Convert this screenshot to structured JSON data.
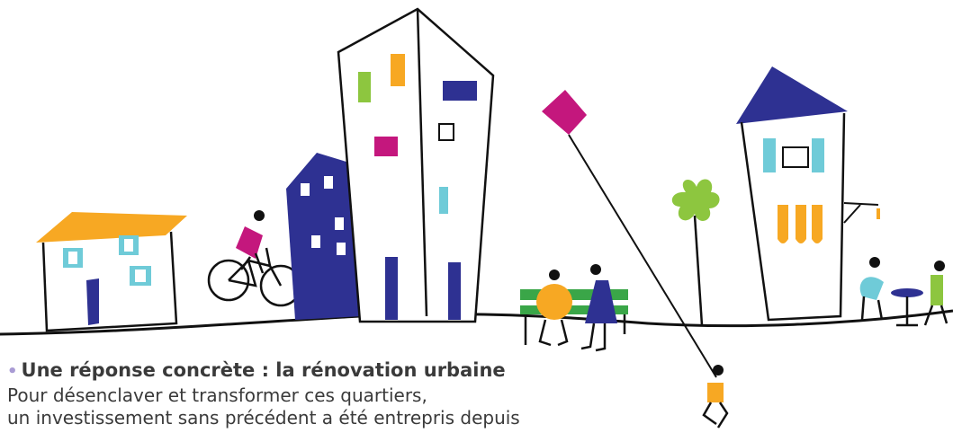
{
  "caption": {
    "bullet": "•",
    "heading": "Une réponse concrète : la rénovation urbaine",
    "line1": "Pour désenclaver et transformer ces quartiers,",
    "line2": "un investissement sans précédent a été entrepris depuis"
  },
  "colors": {
    "ink": "#111111",
    "navy": "#2e3192",
    "orange": "#f7a823",
    "magenta": "#c4177d",
    "cyan": "#6fcbd8",
    "green": "#8dc63f",
    "bench": "#3aa648",
    "text": "#3a3a3a",
    "bullet": "#a99bd4"
  },
  "icons": [
    "bicycle-icon",
    "kite-icon",
    "tree-icon",
    "bench-icon",
    "cafe-table-icon"
  ]
}
